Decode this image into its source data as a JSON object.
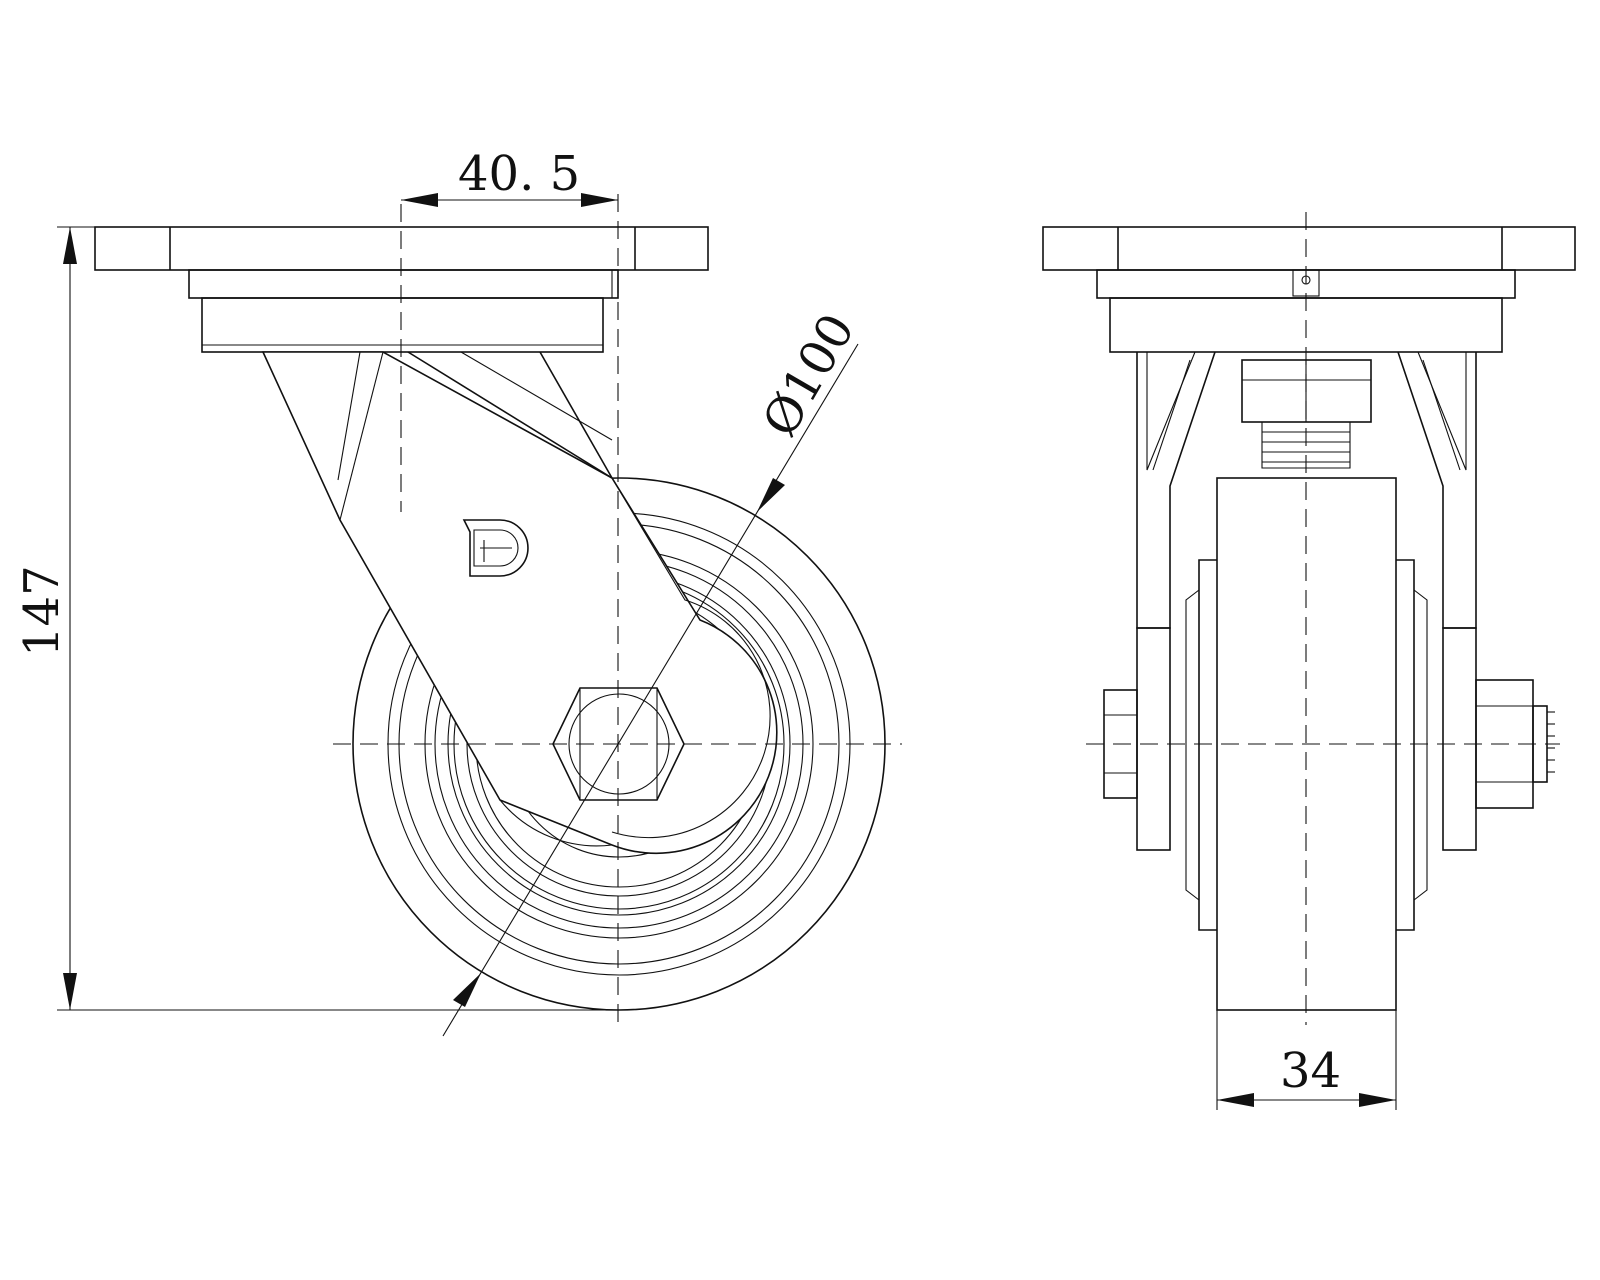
{
  "drawing": {
    "title": "",
    "views": [
      "side-view",
      "front-view"
    ],
    "line_color": "#111111",
    "background": "#ffffff"
  },
  "dimensions": {
    "offset": "40. 5",
    "total_height": "147",
    "wheel_diameter": "Ø100",
    "wheel_width": "34"
  }
}
